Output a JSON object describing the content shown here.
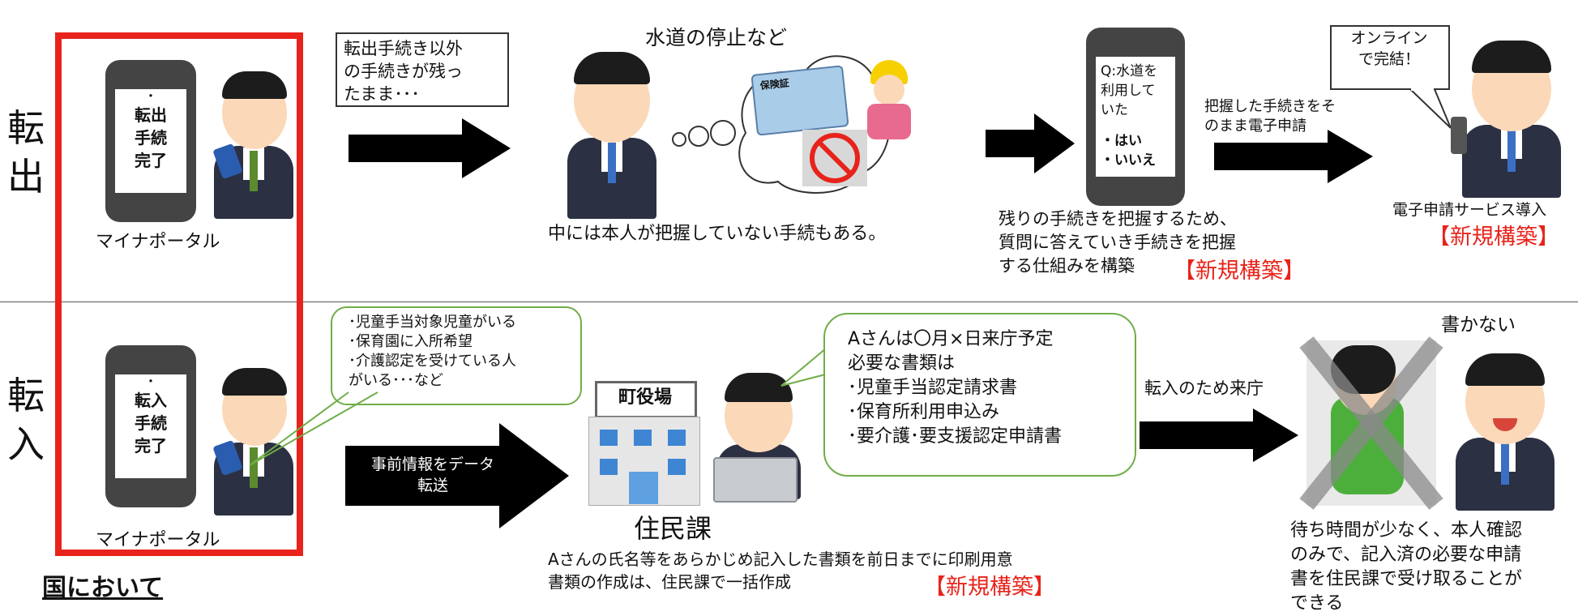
{
  "rows": {
    "tenshutsu_label": "転\n出",
    "tennyu_label": "転\n入"
  },
  "phone_top": {
    "dot": "・",
    "lines": [
      "転出",
      "手続",
      "完了"
    ],
    "caption": "マイナポータル"
  },
  "phone_bottom": {
    "dot": "・",
    "lines": [
      "転入",
      "手続",
      "完了"
    ],
    "caption": "マイナポータル"
  },
  "kuni": "国において",
  "top": {
    "note_box": "転出手続き以外\nの手続きが残っ\nたまま･･･",
    "cloud_title": "水道の停止など",
    "card_label": "保険証",
    "middle_caption": "中には本人が把握していない手続もある。",
    "question_phone": {
      "q": "Q:水道を\n利用して\nいた",
      "opt1": "・はい",
      "opt2": "・いいえ"
    },
    "question_caption": "残りの手続きを把握するため、\n質問に答えていき手続きを把握\nする仕組みを構築",
    "new1": "【新規構築】",
    "arrow_label": "把握した手続きをそ\nのまま電子申請",
    "speech": "オンライン\nで完結！",
    "service_caption": "電子申請サービス導入",
    "new2": "【新規構築】"
  },
  "bottom": {
    "green_bubble": "･児童手当対象児童がいる\n･保育園に入所希望\n･介護認定を受けている人\nがいる･･･など",
    "arrow_text": "事前情報をデータ\n転送",
    "building_sign": "町役場",
    "juminka": "住民課",
    "big_bubble": "Aさんは〇月×日来庁予定\n必要な書類は\n･児童手当認定請求書\n･保育所利用申込み\n･要介護･要支援認定申請書",
    "caption": "Aさんの氏名等をあらかじめ記入した書類を前日までに印刷用意\n書類の作成は、住民課で一括作成",
    "new3": "【新規構築】",
    "visit_label": "転入のため来庁",
    "kakanai": "書かない",
    "right_caption": "待ち時間が少なく、本人確認\nのみで、記入済の必要な申請\n書を住民課で受け取ることが\nできる"
  },
  "colors": {
    "red": "#e8231b",
    "green": "#70ad47",
    "black_arrow": "#000000"
  }
}
